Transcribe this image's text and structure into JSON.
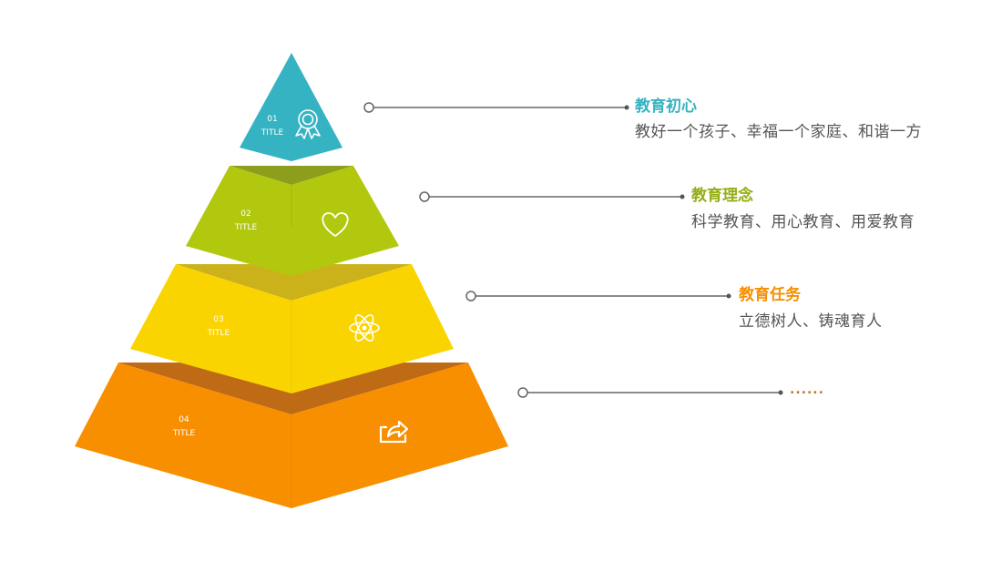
{
  "pyramid": {
    "tiers": [
      {
        "number": "01",
        "label": "TITLE",
        "icon": "award-ribbon-icon",
        "color": "#36b3c2"
      },
      {
        "number": "02",
        "label": "TITLE",
        "icon": "heart-icon",
        "color": "#b2c80e"
      },
      {
        "number": "03",
        "label": "TITLE",
        "icon": "atom-icon",
        "color": "#fad400"
      },
      {
        "number": "04",
        "label": "TITLE",
        "icon": "share-icon",
        "color": "#f78f00"
      }
    ]
  },
  "callouts": [
    {
      "title": "教育初心",
      "description": "教好一个孩子、幸福一个家庭、和谐一方",
      "color": "#36b3c2"
    },
    {
      "title": "教育理念",
      "description": "科学教育、用心教育、用爱教育",
      "color": "#97ad14"
    },
    {
      "title": "教育任务",
      "description": "立德树人、铸魂育人",
      "color": "#f78f00"
    },
    {
      "title": "",
      "description": "",
      "ellipsis": "......",
      "color": "#c27a28"
    }
  ]
}
